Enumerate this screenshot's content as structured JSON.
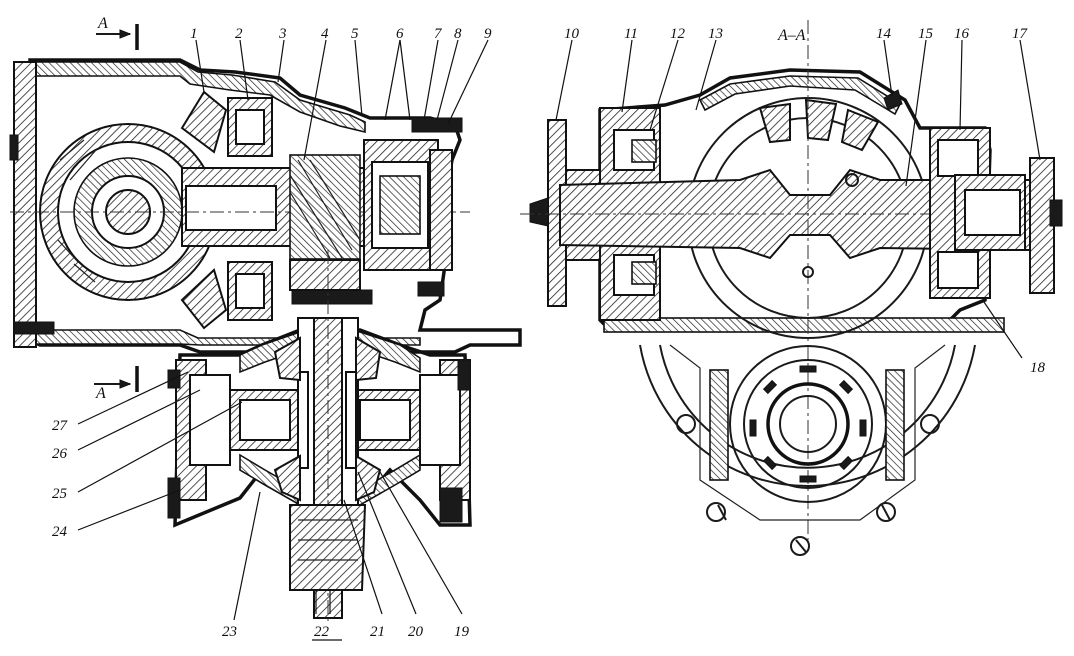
{
  "section_marks": {
    "top_left": "A",
    "bottom_left": "A",
    "right_view_title": "A–A"
  },
  "callouts_left_top": [
    "1",
    "2",
    "3",
    "4",
    "5",
    "6",
    "7",
    "8",
    "9"
  ],
  "callouts_right_top": [
    "10",
    "11",
    "12",
    "13",
    "14",
    "15",
    "16",
    "17"
  ],
  "callout_right_side": "18",
  "callouts_bottom": [
    "23",
    "22",
    "21",
    "20",
    "19"
  ],
  "callouts_left_side": [
    "27",
    "26",
    "25",
    "24"
  ],
  "colors": {
    "ink": "#1a1a1a",
    "paper": "#ffffff"
  }
}
